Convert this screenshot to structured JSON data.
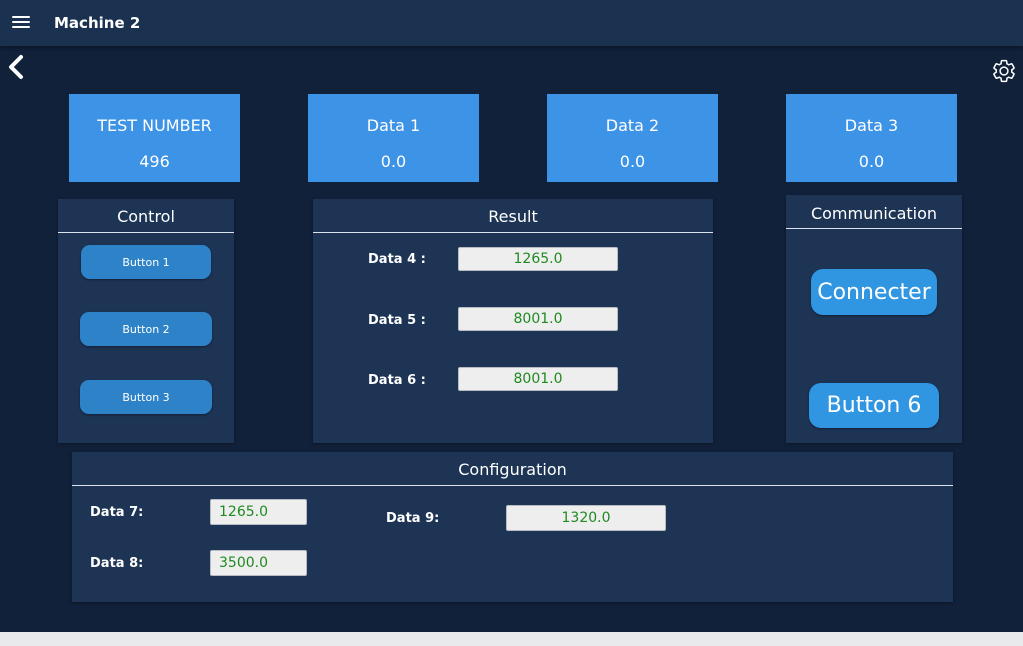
{
  "header": {
    "title": "Machine 2"
  },
  "icons": {
    "menu": "hamburger-icon",
    "back": "chevron-left-icon",
    "settings": "gear-icon"
  },
  "kpis": [
    {
      "label": "TEST NUMBER",
      "value": "496"
    },
    {
      "label": "Data 1",
      "value": "0.0"
    },
    {
      "label": "Data 2",
      "value": "0.0"
    },
    {
      "label": "Data 3",
      "value": "0.0"
    }
  ],
  "control": {
    "title": "Control",
    "buttons": [
      "Button 1",
      "Button 2",
      "Button 3"
    ]
  },
  "result": {
    "title": "Result",
    "rows": [
      {
        "label": "Data 4 :",
        "value": "1265.0"
      },
      {
        "label": "Data 5 :",
        "value": "8001.0"
      },
      {
        "label": "Data 6 :",
        "value": "8001.0"
      }
    ]
  },
  "communication": {
    "title": "Communication",
    "buttons": [
      "Connecter",
      "Button 6"
    ]
  },
  "configuration": {
    "title": "Configuration",
    "fields": [
      {
        "label": "Data  7:",
        "value": "1265.0"
      },
      {
        "label": "Data  8:",
        "value": "3500.0"
      },
      {
        "label": "Data  9:",
        "value": "1320.0"
      }
    ]
  },
  "colors": {
    "background": "#11213a",
    "topbar": "#1b3150",
    "panel": "#1d3455",
    "kpi_tile": "#3d93e6",
    "button": "#2e83c8",
    "value_text": "#1f8a1f"
  }
}
